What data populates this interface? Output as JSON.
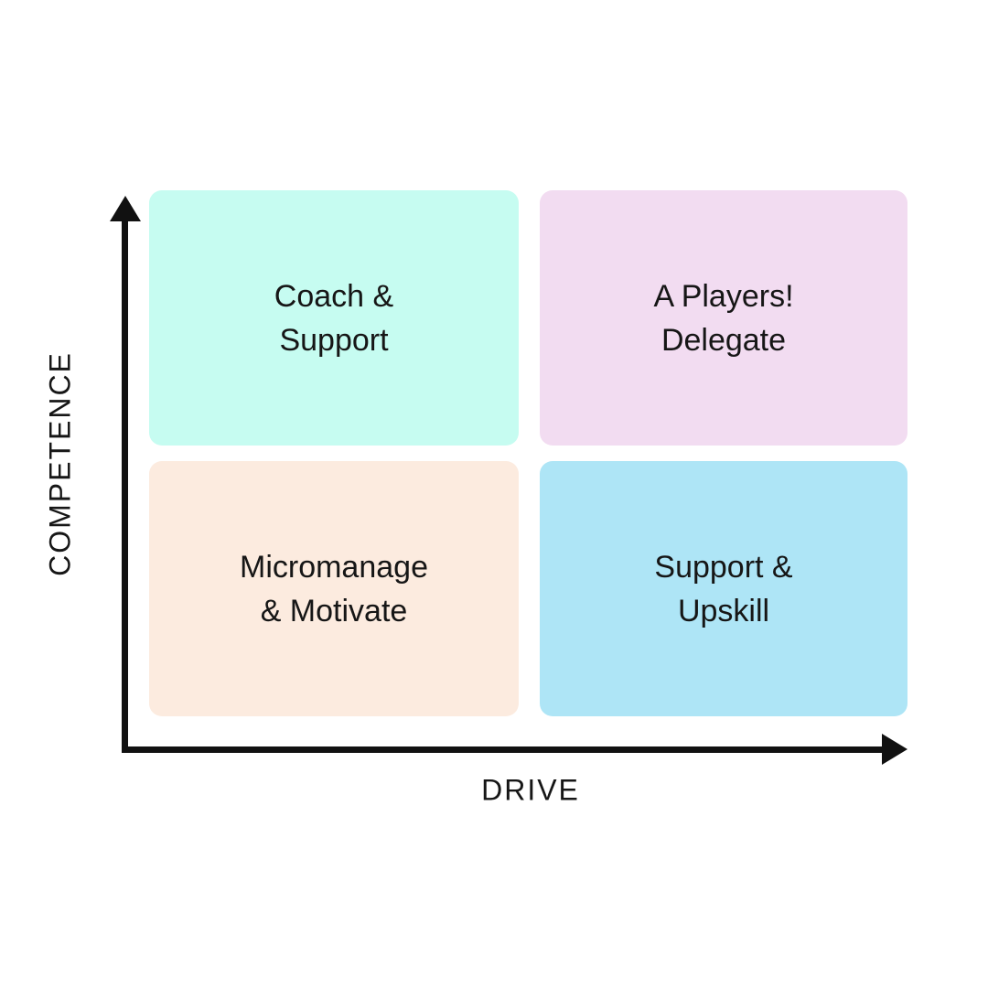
{
  "diagram": {
    "type": "quadrant-matrix",
    "axes": {
      "y_label": "COMPETENCE",
      "x_label": "DRIVE",
      "axis_color": "#111111"
    },
    "quadrants": [
      {
        "position": "top-left",
        "lines": [
          "Coach &",
          "Support"
        ],
        "bg": "#c6fcf1"
      },
      {
        "position": "top-right",
        "lines": [
          "A Players!",
          "Delegate"
        ],
        "bg": "#f2dcf1"
      },
      {
        "position": "bottom-left",
        "lines": [
          "Micromanage",
          "& Motivate"
        ],
        "bg": "#fcebdf"
      },
      {
        "position": "bottom-right",
        "lines": [
          "Support &",
          "Upskill"
        ],
        "bg": "#aee5f6"
      }
    ],
    "text_color": "#161616",
    "background_color": "#ffffff"
  }
}
